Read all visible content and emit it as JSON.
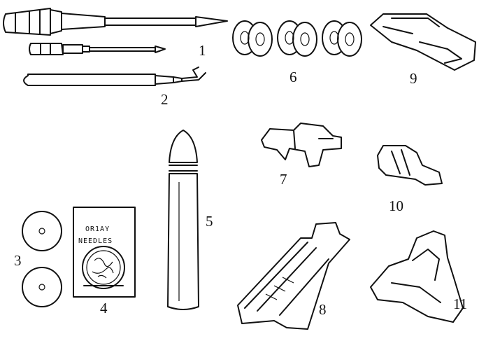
{
  "labels": {
    "screwdrivers": "1",
    "seam_ripper": "2",
    "felt_pads": "3",
    "needles": "4",
    "lint_brush": "5",
    "bobbins": "6",
    "foot_7": "7",
    "foot_8": "8",
    "foot_9": "9",
    "foot_10": "10",
    "foot_11": "11"
  },
  "needle_pack": {
    "line1": "OR1AY",
    "line2": "NEEDLES"
  }
}
